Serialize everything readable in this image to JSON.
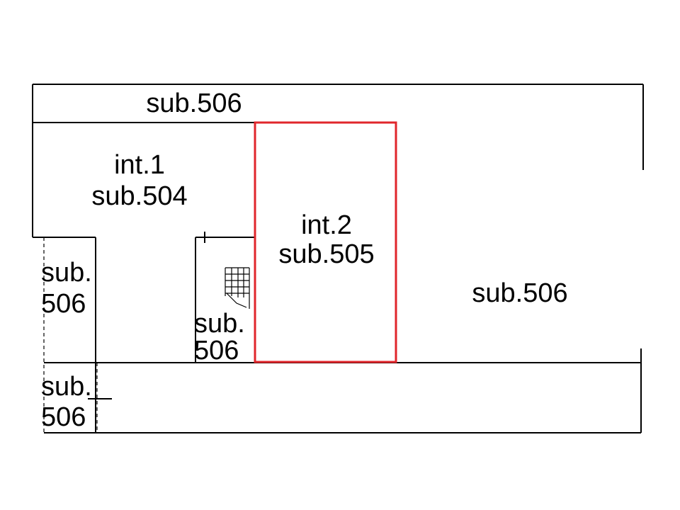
{
  "plan": {
    "colors": {
      "line": "#000000",
      "highlight": "#e0262b",
      "background": "#ffffff"
    },
    "units": {
      "top_strip": {
        "lines": [
          "sub.506"
        ]
      },
      "int1": {
        "lines": [
          "int.1",
          "sub.504"
        ]
      },
      "int2": {
        "lines": [
          "int.2",
          "sub.505"
        ],
        "highlighted": true
      },
      "main_right": {
        "lines": [
          "sub.506"
        ]
      },
      "left_narrow": {
        "lines": [
          "sub.",
          "506"
        ]
      },
      "stair_area": {
        "lines": [
          "sub.",
          "506"
        ]
      },
      "bottom_left": {
        "lines": [
          "sub.",
          "506"
        ]
      }
    }
  }
}
